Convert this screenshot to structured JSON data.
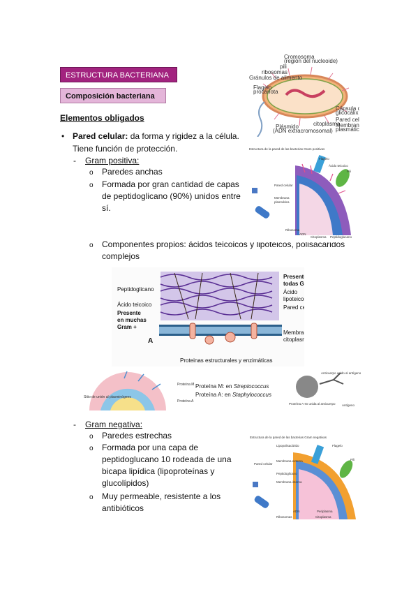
{
  "header": {
    "section_title": "ESTRUCTURA BACTERIANA",
    "subsection_title": "Composición bacteriana"
  },
  "elements_heading": "Elementos obligados",
  "cell_wall": {
    "bold": "Pared celular:",
    "rest": " da forma y rigidez a la célula.",
    "line2": "Tiene función de protección."
  },
  "gram_positive": {
    "heading": "Gram positiva:",
    "items": [
      "Paredes anchas",
      "Formada por gran cantidad de capas",
      "de peptidoglicano (90%) unidos entre",
      "sí."
    ],
    "components_line1": "Componentes propios: ácidos teicoicos y lipoteicos, polisacáridos",
    "components_line2": "complejos"
  },
  "gram_negative": {
    "heading": "Gram negativa:",
    "items": [
      "Paredes estrechas",
      "Formada por una capa de",
      "peptidoglucano 10 rodeada de una",
      "bicapa lipídica (lipoproteínas y",
      "glucolípidos)",
      "Muy permeable, resistente a los",
      "antibióticos"
    ]
  },
  "bullets": {
    "dot": "•",
    "dash": "-",
    "o": "o"
  },
  "figure_bacterium": {
    "labels": [
      "Cromosoma",
      "(región del nucleoide)",
      "pili",
      "ribosomas",
      "Gránulos de alimento",
      "Flagelo",
      "procariota",
      "Cápsula o",
      "glicocálix",
      "Pared celular",
      "Membrana",
      "plasmática",
      "citoplasma",
      "Plásmido",
      "(ADN extracromosomal)"
    ]
  },
  "figure_gram_pos_wall": {
    "title": "Estructura de la pared de las bacterias Gram positivas",
    "labels": [
      "Flagelo",
      "Ácido teicoico",
      "Pili",
      "Pared celular",
      "Membrana",
      "plasmática",
      "Ribosoma",
      "ADN",
      "Citoplasma",
      "Peptidoglucano"
    ]
  },
  "figure_peptidoglycan": {
    "label_peptidoglicano": "Peptidoglicano",
    "label_teicoico": "Ácido teicoico",
    "label_presente_muchas": "Presente",
    "label_presente_muchas2": "en muchas",
    "label_presente_muchas3": "Gram +",
    "label_presente_todas": "Presente    en",
    "label_presente_todas2": "todas Gram +",
    "label_lipoteicoico": "Ácido",
    "label_lipoteicoico2": "lipoteicoico",
    "label_pared": "Pared celular",
    "label_membrana": "Membrana",
    "label_membrana2": "citoplasmática",
    "label_proteinas": "Proteinas estructurales y enzimáticas",
    "letter": "A"
  },
  "figure_proteins": {
    "line1_prefix": "Proteína M: en ",
    "line1_species": "Streptococcus",
    "line2_prefix": "Proteína A: en ",
    "line2_species": "Staphylococcus",
    "labels": [
      "Proteína M",
      "Proteína A",
      "Sitio de unión al plasminógeno",
      "Anticuerpo unido al antígeno",
      "Proteína A-IG unida al anticuerpo",
      "Antígeno"
    ]
  },
  "figure_gram_neg_wall": {
    "title": "Estructura de la pared de las bacterias Gram negativas",
    "labels": [
      "Lipopolisacárido",
      "Flagelo",
      "Pili",
      "Pared celular",
      "Membrana externa",
      "Peptidoglicano",
      "Membrana interna",
      "ADN",
      "Periplasma",
      "Ribosomas",
      "Citoplasma"
    ]
  },
  "colors": {
    "section_bg": "#a2237f",
    "subsection_bg": "#e4b5d9",
    "peptidoglycan_purple": "#6b3fa0"
  }
}
